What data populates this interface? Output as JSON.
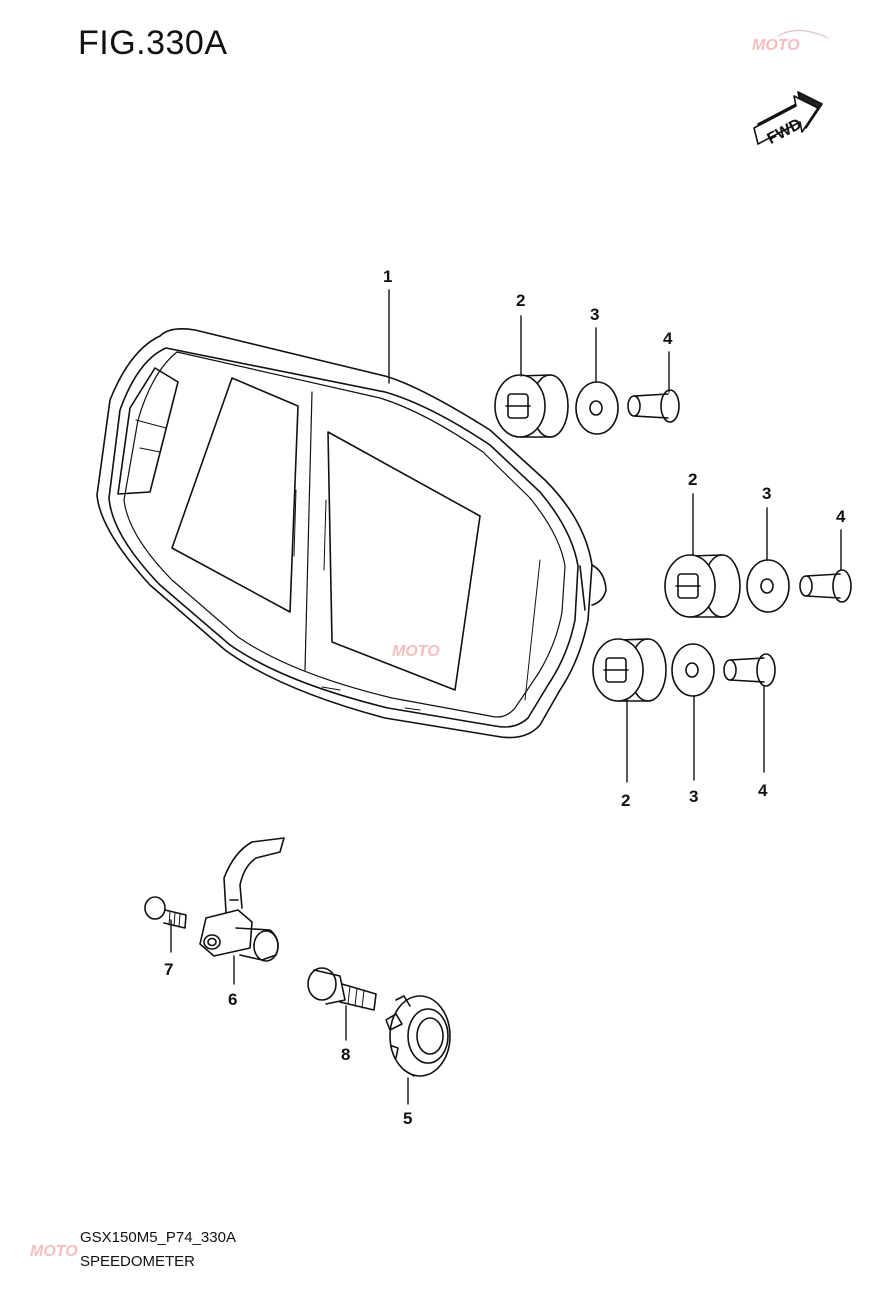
{
  "figure": {
    "title": "FIG.330A",
    "code": "GSX150M5_P74_330A",
    "name": "SPEEDOMETER"
  },
  "direction_badge": {
    "text": "FWD"
  },
  "watermark": {
    "text": "MOTO"
  },
  "callouts": [
    "1",
    "2",
    "3",
    "4",
    "2",
    "3",
    "4",
    "2",
    "3",
    "4",
    "5",
    "6",
    "7",
    "8"
  ],
  "colors": {
    "line": "#111111",
    "background": "#ffffff",
    "watermark": "#e88888"
  }
}
